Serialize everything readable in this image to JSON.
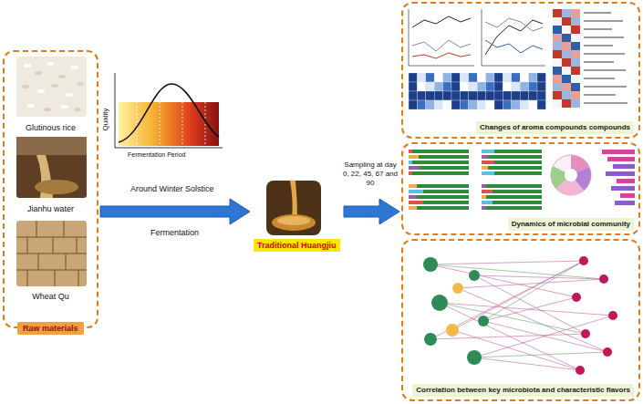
{
  "diagram": {
    "nodes": [
      {
        "text": [
          "Glutinous rice",
          "Jianhu water",
          "Wheat Qu"
        ]
      },
      {
        "text": [
          "Raw materials"
        ],
        "in": 0
      },
      {
        "text": [
          "Traditional Huangjiu"
        ]
      },
      {
        "text": [
          "Changes of aroma compounds compounds"
        ]
      },
      {
        "text": [
          "Dynamics of microbial community"
        ]
      },
      {
        "text": [
          "Correlation between key microbiota and characteristic flavors"
        ]
      }
    ],
    "edges": [
      {
        "from": 0,
        "to": 2,
        "arrow": "to"
      },
      {
        "from": 2,
        "to": 4,
        "arrow": "to"
      }
    ],
    "labels": [
      "Quality",
      "Fermentation Period",
      "Around Winter Solstice",
      "Fermentation",
      "Sampling at day 0, 22, 45, 67 and 90"
    ]
  }
}
